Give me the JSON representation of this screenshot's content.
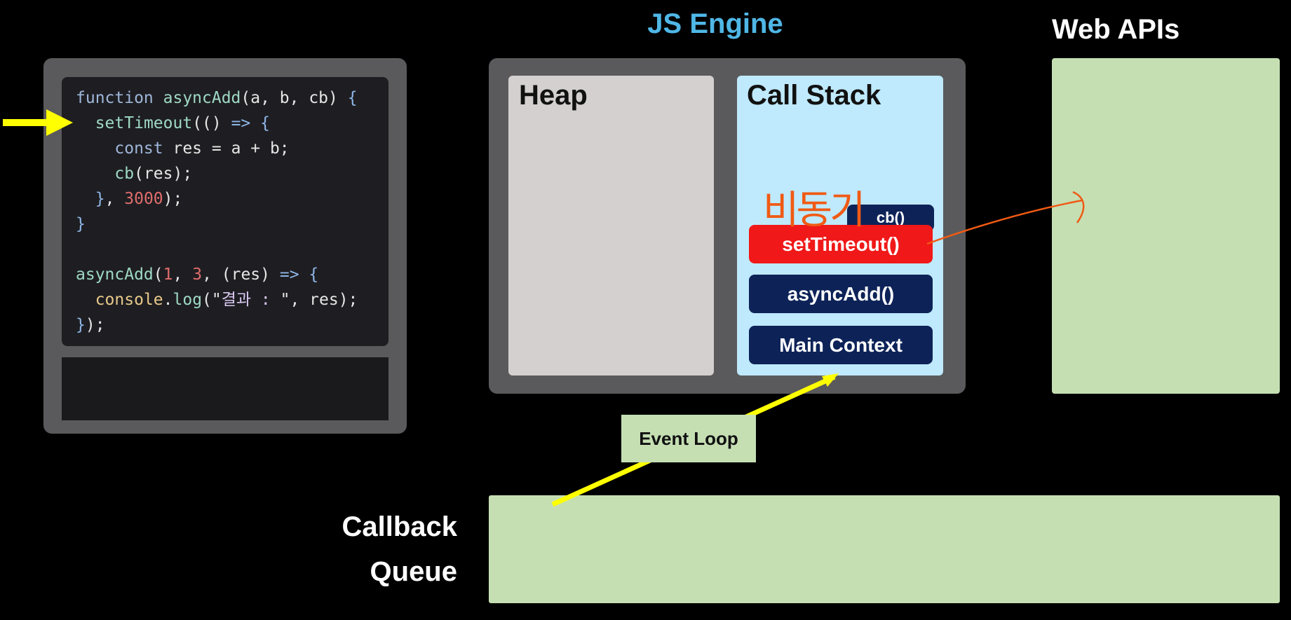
{
  "code": {
    "lines": [
      [
        {
          "t": "function ",
          "c": "kw"
        },
        {
          "t": "asyncAdd",
          "c": "fn"
        },
        {
          "t": "(a, b, cb) ",
          "c": ""
        },
        {
          "t": "{",
          "c": "pu"
        }
      ],
      [
        {
          "t": "  ",
          "c": ""
        },
        {
          "t": "setTimeout",
          "c": "fn"
        },
        {
          "t": "(() ",
          "c": ""
        },
        {
          "t": "=> {",
          "c": "pu"
        }
      ],
      [
        {
          "t": "    ",
          "c": ""
        },
        {
          "t": "const ",
          "c": "kw"
        },
        {
          "t": "res = a + b;",
          "c": ""
        }
      ],
      [
        {
          "t": "    ",
          "c": ""
        },
        {
          "t": "cb",
          "c": "fn"
        },
        {
          "t": "(res);",
          "c": ""
        }
      ],
      [
        {
          "t": "  ",
          "c": ""
        },
        {
          "t": "}",
          "c": "pu"
        },
        {
          "t": ", ",
          "c": ""
        },
        {
          "t": "3000",
          "c": "num"
        },
        {
          "t": ");",
          "c": ""
        }
      ],
      [
        {
          "t": "}",
          "c": "pu"
        }
      ],
      [
        {
          "t": "",
          "c": ""
        }
      ],
      [
        {
          "t": "asyncAdd",
          "c": "fn"
        },
        {
          "t": "(",
          "c": ""
        },
        {
          "t": "1",
          "c": "num"
        },
        {
          "t": ", ",
          "c": ""
        },
        {
          "t": "3",
          "c": "num"
        },
        {
          "t": ", (res) ",
          "c": ""
        },
        {
          "t": "=> {",
          "c": "pu"
        }
      ],
      [
        {
          "t": "  ",
          "c": ""
        },
        {
          "t": "console",
          "c": "cn"
        },
        {
          "t": ".",
          "c": ""
        },
        {
          "t": "log",
          "c": "fn"
        },
        {
          "t": "(\"",
          "c": ""
        },
        {
          "t": "결과 : ",
          "c": "str"
        },
        {
          "t": "\", res);",
          "c": ""
        }
      ],
      [
        {
          "t": "}",
          "c": "pu"
        },
        {
          "t": ");",
          "c": ""
        }
      ]
    ]
  },
  "engine": {
    "title": "JS Engine",
    "heap_title": "Heap",
    "stack_title": "Call Stack",
    "stack_frames": {
      "cb": "cb()",
      "set_timeout": "setTimeout()",
      "async_add": "asyncAdd()",
      "main": "Main Context"
    }
  },
  "web_apis": {
    "title": "Web APIs"
  },
  "event_loop": {
    "label": "Event Loop"
  },
  "callback_queue": {
    "line1": "Callback",
    "line2": "Queue"
  },
  "annotations": {
    "handwriting": "비동기"
  },
  "colors": {
    "engine_title": "#4fb7e6",
    "panel": "#5a5a5c",
    "heap": "#d4d0d0",
    "stack": "#bfe9fc",
    "frame": "#0d2358",
    "active_frame": "#f01818",
    "green_box": "#c5dfb3",
    "pointer_arrow": "#ffff00",
    "annotation": "#f05a14"
  }
}
